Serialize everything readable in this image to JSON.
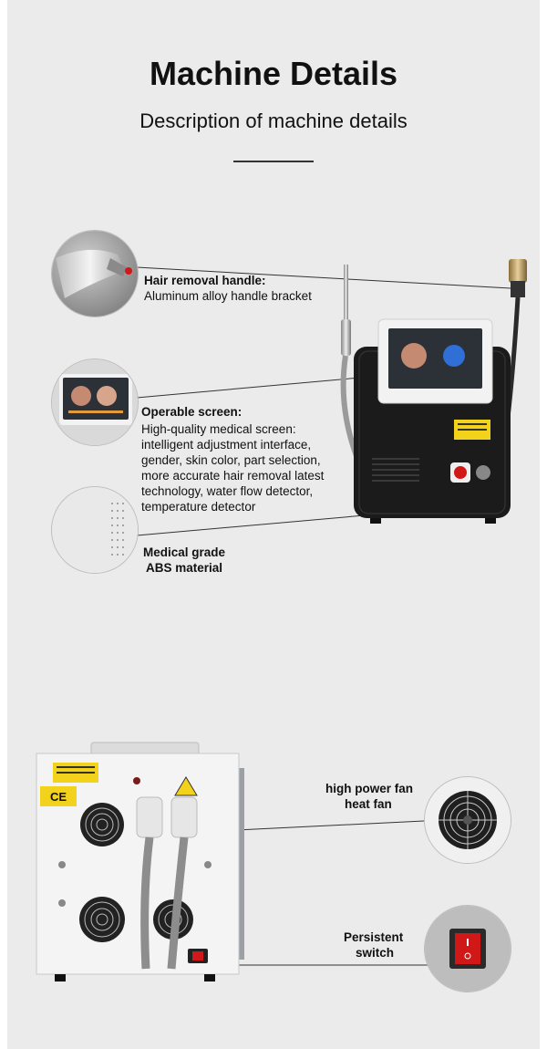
{
  "header": {
    "title": "Machine Details",
    "subtitle": "Description of machine details"
  },
  "features": {
    "handle": {
      "heading": "Hair removal handle:",
      "body": "Aluminum alloy handle bracket"
    },
    "screen": {
      "heading": "Operable screen:",
      "lines": [
        "High-quality medical screen:",
        "intelligent adjustment interface,",
        "gender, skin color, part selection,",
        "more accurate hair removal latest",
        "technology, water flow detector,",
        "temperature detector"
      ]
    },
    "material": {
      "line1": "Medical grade",
      "line2": "ABS material"
    }
  },
  "back": {
    "fan": {
      "line1": "high power fan",
      "line2": "heat fan"
    },
    "switch": {
      "line1": "Persistent",
      "line2": "switch"
    },
    "ce_mark": "CE"
  },
  "colors": {
    "panel_bg": "#ebebeb",
    "machine_body": "#1b1b1b",
    "switch_red": "#d01818",
    "warning_yellow": "#f3d21b"
  }
}
